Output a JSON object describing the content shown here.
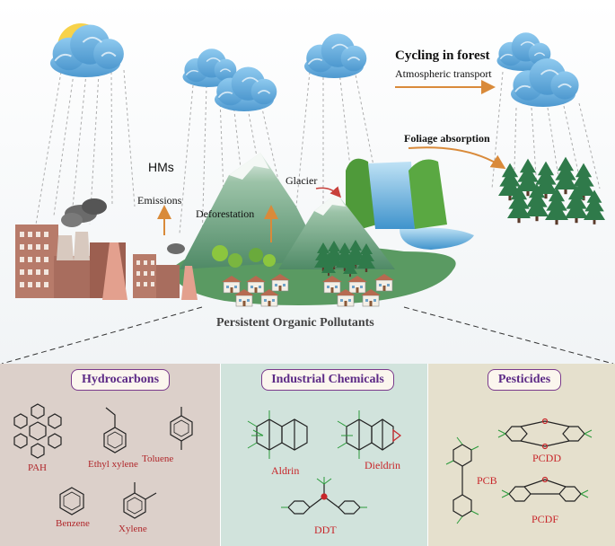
{
  "scene": {
    "title": "Cycling in forest",
    "atmospheric_transport": "Atmospheric transport",
    "foliage_absorption": "Foliage absorption",
    "hms": "HMs",
    "emissions": "Emissions",
    "deforestation": "Deforestation",
    "glacier": "Glacier",
    "pops": "Persistent Organic Pollutants"
  },
  "panels": {
    "hydrocarbons": {
      "title": "Hydrocarbons",
      "items": [
        "PAH",
        "Ethyl xylene",
        "Toluene",
        "Benzene",
        "Xylene"
      ]
    },
    "industrial": {
      "title": "Industrial Chemicals",
      "items": [
        "Aldrin",
        "Dieldrin",
        "DDT"
      ]
    },
    "pesticides": {
      "title": "Pesticides",
      "items": [
        "PCB",
        "PCDD",
        "PCDF"
      ]
    }
  },
  "colors": {
    "arrow": "#d98a3a",
    "panel_title": "#5c2a86",
    "chem_label": "#b0262a",
    "cloud": "#6fb6e2",
    "mountain": "#7fae8e",
    "forest": "#2f7a4a",
    "factory": "#b77b6a",
    "water": "#6fb0dc"
  },
  "icons": [
    "sun-icon",
    "cloud-icon",
    "factory-icon",
    "mountain-icon",
    "forest-icon",
    "house-icon",
    "waterfall-icon"
  ]
}
